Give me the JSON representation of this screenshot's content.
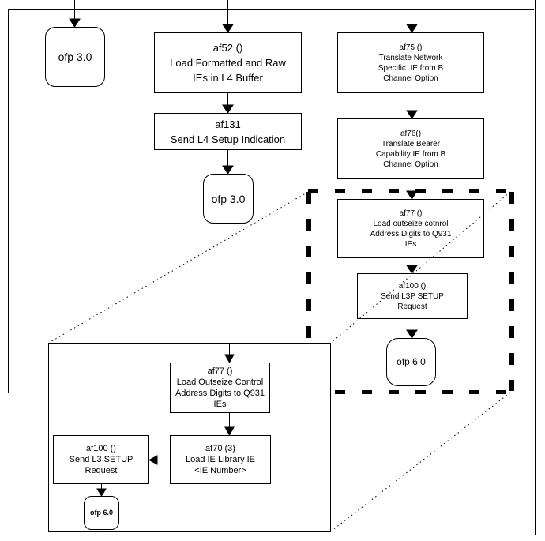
{
  "diagram": {
    "colors": {
      "line": "#000000",
      "background": "#ffffff"
    },
    "nodes": {
      "ofp30_entry": "ofp 3.0",
      "af52": [
        "af52 ()",
        "Load Formatted and Raw",
        "IEs in L4 Buffer"
      ],
      "af131": [
        "af131",
        "Send L4 Setup Indication"
      ],
      "ofp30_exit": "ofp 3.0",
      "af75": [
        "af75 ()",
        "Translate Network",
        "Specific  IE from B",
        "Channel Option"
      ],
      "af76": [
        "af76()",
        "Translate Bearer",
        "Capability IE from B",
        "Channel Option"
      ],
      "af77_main": [
        "af77 ()",
        "Load outseize cotnrol",
        "Address Digits to Q931",
        "IEs"
      ],
      "af100_main": [
        "af100 ()",
        "Send L3P SETUP",
        "Request"
      ],
      "ofp60_main": "ofp 6.0",
      "af77_magnified": [
        "af77 ()",
        "Load Outseize Control",
        "Address Digits to Q931",
        "IEs"
      ],
      "af70_magnified": [
        "af70 (3)",
        "Load IE Library IE",
        "<IE Number>"
      ],
      "af100_magnified": [
        "af100 ()",
        "Send L3 SETUP",
        "Request"
      ],
      "ofp60_magnified": "ofp 6.0"
    }
  }
}
